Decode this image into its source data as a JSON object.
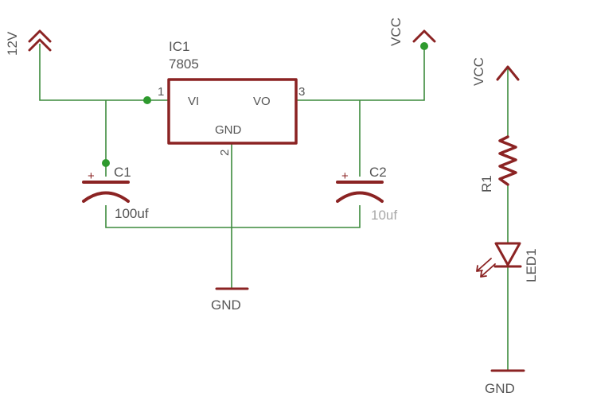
{
  "regulator": {
    "name": "IC1",
    "value": "7805",
    "pin_vi": "VI",
    "pin_vo": "VO",
    "pin_gnd": "GND",
    "pin1": "1",
    "pin2": "2",
    "pin3": "3"
  },
  "supplies": {
    "input": "12V",
    "vcc_left": "VCC",
    "vcc_right": "VCC",
    "gnd_left": "GND",
    "gnd_right": "GND"
  },
  "c1": {
    "name": "C1",
    "value": "100uf",
    "plus": "+"
  },
  "c2": {
    "name": "C2",
    "value": "10uf",
    "plus": "+"
  },
  "r1": {
    "name": "R1"
  },
  "led1": {
    "name": "LED1"
  },
  "colors": {
    "wire": "#3c8a3c",
    "part": "#8b2323",
    "junction": "#2e9a2e",
    "text": "#555555"
  }
}
